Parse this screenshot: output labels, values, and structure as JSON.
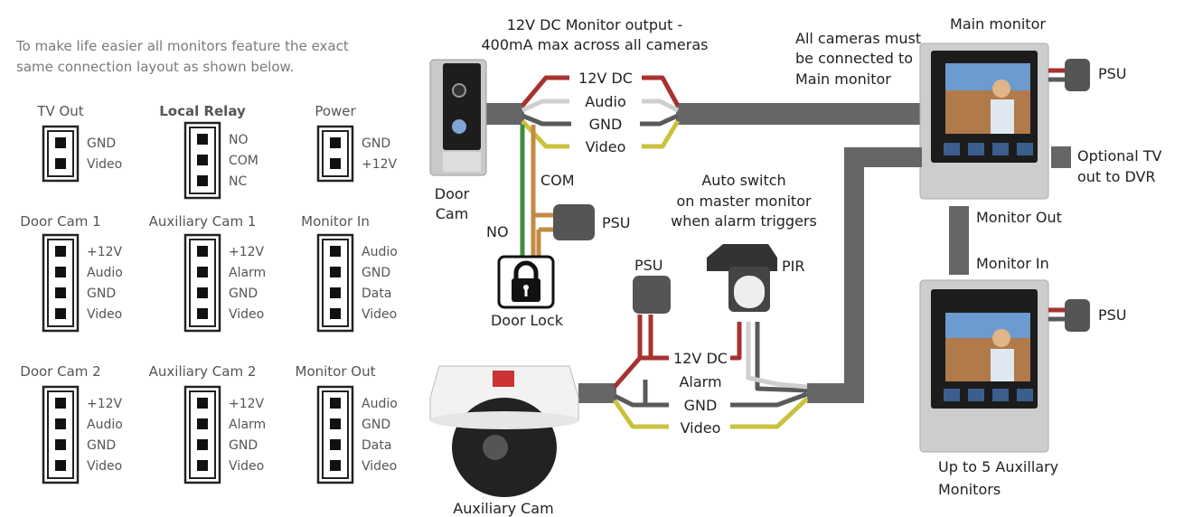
{
  "intro": [
    "To make life easier all  monitors feature the exact",
    "same connection layout as shown below."
  ],
  "connectors": [
    {
      "title": "TV Out",
      "pins": [
        "GND",
        "Video"
      ],
      "bold": false
    },
    {
      "title": "Local Relay",
      "pins": [
        "NO",
        "COM",
        "NC"
      ],
      "bold": true
    },
    {
      "title": "Power",
      "pins": [
        "GND",
        "+12V"
      ],
      "bold": false
    },
    {
      "title": "Door Cam 1",
      "pins": [
        "+12V",
        "Audio",
        "GND",
        "Video"
      ],
      "bold": false
    },
    {
      "title": "Auxiliary Cam 1",
      "pins": [
        "+12V",
        "Alarm",
        "GND",
        "Video"
      ],
      "bold": false
    },
    {
      "title": "Monitor In",
      "pins": [
        "Audio",
        "GND",
        "Data",
        "Video"
      ],
      "bold": false
    },
    {
      "title": "Door Cam 2",
      "pins": [
        "+12V",
        "Audio",
        "GND",
        "Video"
      ],
      "bold": false
    },
    {
      "title": "Auxiliary Cam 2",
      "pins": [
        "+12V",
        "Alarm",
        "GND",
        "Video"
      ],
      "bold": false
    },
    {
      "title": "Monitor Out",
      "pins": [
        "Audio",
        "GND",
        "Data",
        "Video"
      ],
      "bold": false
    }
  ],
  "diagram": {
    "power_note": [
      "12V DC Monitor output -",
      "400mA max across all cameras"
    ],
    "door_cam_wires": [
      "12V DC",
      "Audio",
      "GND",
      "Video"
    ],
    "door_cam_label": [
      "Door",
      "Cam"
    ],
    "com_label": "COM",
    "no_label": "NO",
    "psu_label": "PSU",
    "door_lock_label": "Door Lock",
    "all_cameras_note": [
      "All cameras must",
      "be connected to",
      "Main monitor"
    ],
    "main_monitor_label": "Main monitor",
    "tv_out_note": [
      "Optional TV",
      "out to DVR"
    ],
    "monitor_out_label": "Monitor Out",
    "monitor_in_label": "Monitor In",
    "aux_monitors_note": [
      "Up to 5 Auxillary",
      "Monitors"
    ],
    "auto_switch_note": [
      "Auto switch",
      "on master monitor",
      "when alarm triggers"
    ],
    "pir_label": "PIR",
    "aux_cam_wires": [
      "12V DC",
      "Alarm",
      "GND",
      "Video"
    ],
    "aux_cam_label": "Auxiliary Cam"
  },
  "colors": {
    "red": "#a8322e",
    "light_gray": "#cfcfcf",
    "dark_gray": "#5a5a5a",
    "yellow": "#c9c23e",
    "green": "#3f8d3f",
    "orange": "#c28a44",
    "cable": "#666666"
  }
}
